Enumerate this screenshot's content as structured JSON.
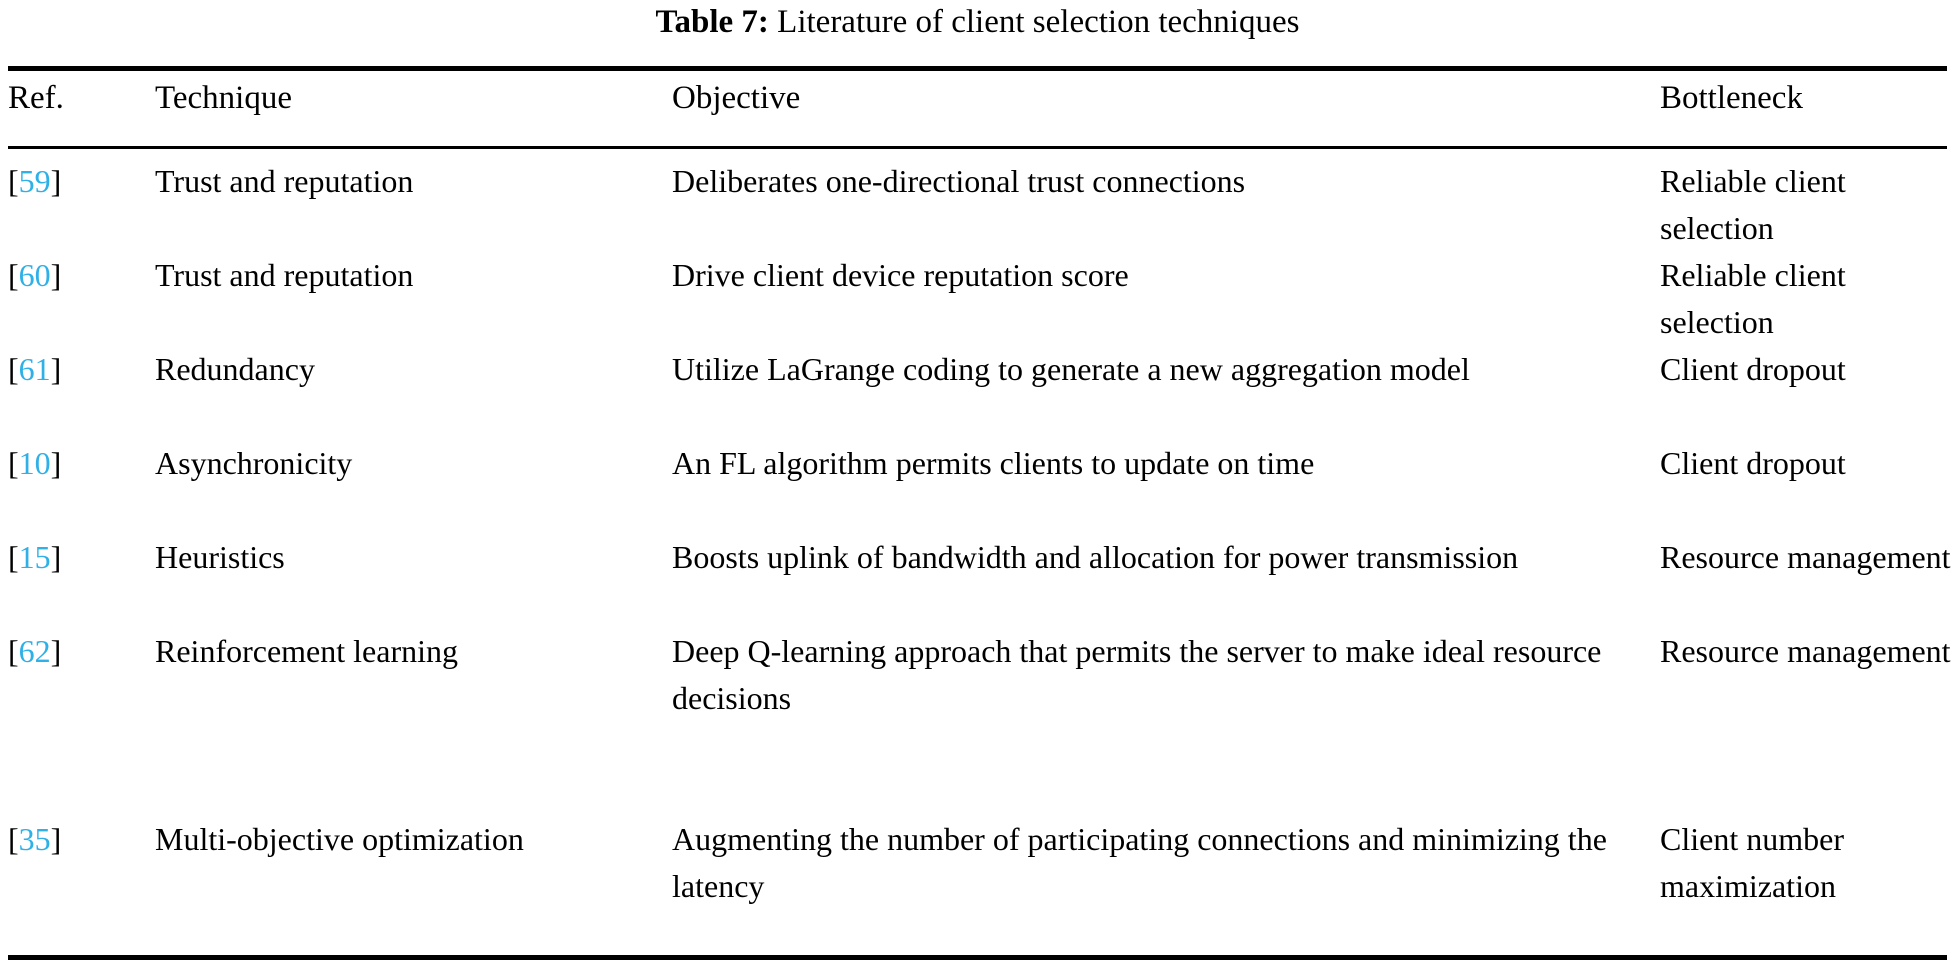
{
  "caption": {
    "label": "Table 7:",
    "text": "Literature of client selection techniques"
  },
  "colors": {
    "citation_link": "#2fb0e6",
    "text": "#000000",
    "rule": "#000000",
    "background": "#ffffff"
  },
  "table": {
    "columns": [
      {
        "key": "ref",
        "header": "Ref."
      },
      {
        "key": "technique",
        "header": "Technique"
      },
      {
        "key": "objective",
        "header": "Objective"
      },
      {
        "key": "bottleneck",
        "header": "Bottleneck"
      }
    ],
    "rows": [
      {
        "ref_open": "[",
        "ref_num": "59",
        "ref_close": "]",
        "technique": "Trust and reputation",
        "objective": "Deliberates one-directional trust connections",
        "bottleneck": "Reliable client selection"
      },
      {
        "ref_open": "[",
        "ref_num": "60",
        "ref_close": "]",
        "technique": "Trust and reputation",
        "objective": "Drive client device reputation score",
        "bottleneck": "Reliable client selection"
      },
      {
        "ref_open": "[",
        "ref_num": "61",
        "ref_close": "]",
        "technique": "Redundancy",
        "objective": "Utilize LaGrange coding to generate a new aggregation model",
        "bottleneck": "Client dropout"
      },
      {
        "ref_open": "[",
        "ref_num": "10",
        "ref_close": "]",
        "technique": "Asynchronicity",
        "objective": "An FL algorithm permits clients to update on time",
        "bottleneck": "Client dropout"
      },
      {
        "ref_open": "[",
        "ref_num": "15",
        "ref_close": "]",
        "technique": "Heuristics",
        "objective": "Boosts uplink of bandwidth and allocation for power transmission",
        "bottleneck": "Resource management"
      },
      {
        "ref_open": "[",
        "ref_num": "62",
        "ref_close": "]",
        "technique": "Reinforcement learning",
        "objective": "Deep Q-learning approach that permits the server to make ideal resource decisions",
        "bottleneck": "Resource management"
      },
      {
        "ref_open": "[",
        "ref_num": "35",
        "ref_close": "]",
        "technique": "Multi-objective optimization",
        "objective": "Augmenting the number of participating connections and minimizing the latency",
        "bottleneck": "Client number maximization"
      }
    ]
  }
}
